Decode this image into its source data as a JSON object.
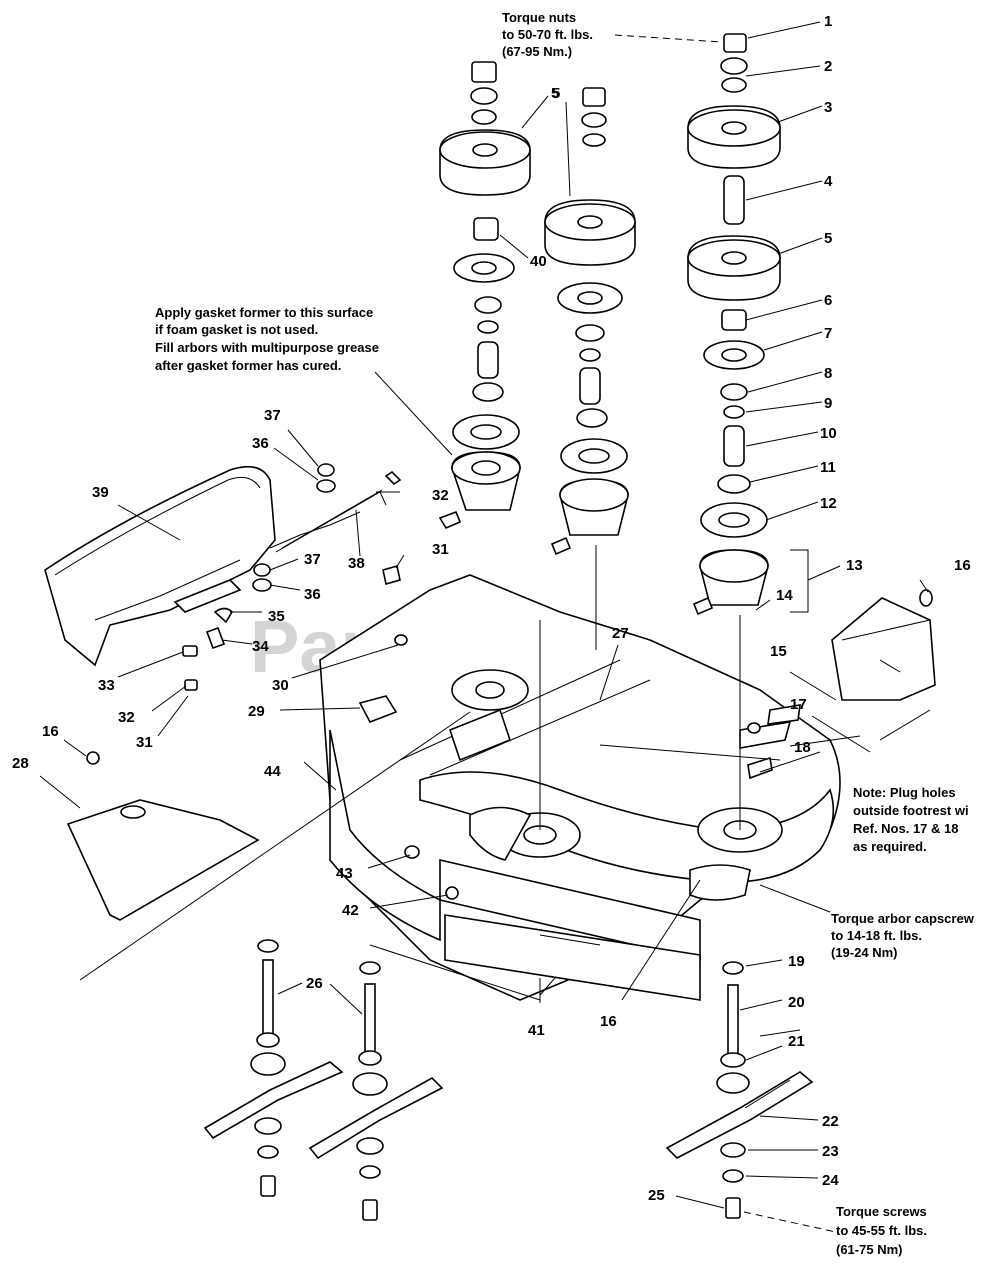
{
  "watermark": "PartsTree",
  "notes": {
    "torque_nuts": [
      "Torque nuts",
      "to 50-70 ft. lbs.",
      "(67-95 Nm.)"
    ],
    "gasket": [
      "Apply gasket former to this surface",
      "if foam gasket is not used.",
      "Fill arbors with multipurpose grease",
      "after gasket former has cured."
    ],
    "plug_holes": [
      "Note: Plug holes",
      "outside footrest wi",
      "Ref. Nos. 17 & 18",
      "as required."
    ],
    "arbor_capscrews": [
      "Torque arbor capscrew",
      "to 14-18 ft. lbs.",
      "(19-24 Nm)"
    ],
    "torque_screws": [
      "Torque screws",
      "to 45-55 ft. lbs.",
      "(61-75 Nm)"
    ]
  },
  "callouts": [
    "1",
    "2",
    "3",
    "4",
    "5",
    "5",
    "5",
    "6",
    "7",
    "8",
    "9",
    "10",
    "11",
    "12",
    "13",
    "14",
    "15",
    "16",
    "16",
    "16",
    "17",
    "18",
    "19",
    "20",
    "21",
    "22",
    "23",
    "24",
    "25",
    "26",
    "27",
    "28",
    "29",
    "30",
    "31",
    "31",
    "32",
    "32",
    "33",
    "34",
    "35",
    "36",
    "36",
    "37",
    "37",
    "38",
    "39",
    "40",
    "41",
    "42",
    "43",
    "44"
  ]
}
